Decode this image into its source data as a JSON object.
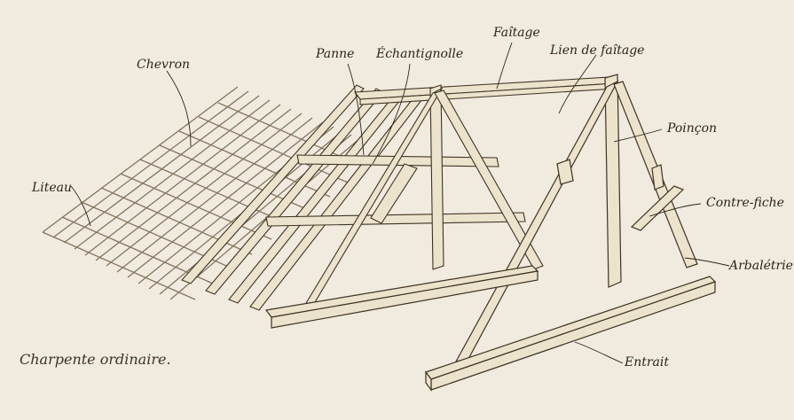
{
  "caption": "Charpente ordinaire.",
  "labels": {
    "chevron": "Chevron",
    "panne": "Panne",
    "echantignolle": "Échantignolle",
    "faitage": "Faîtage",
    "lien_de_faitage": "Lien de faîtage",
    "poincon": "Poinçon",
    "liteau": "Liteau",
    "contre_fiche": "Contre-fiche",
    "arbaletrier": "Arbalétrier",
    "entrait": "Entrait"
  },
  "colors": {
    "paper": "#f1ebdf",
    "wood": "#ece3cd",
    "ink": "#2b2318"
  }
}
